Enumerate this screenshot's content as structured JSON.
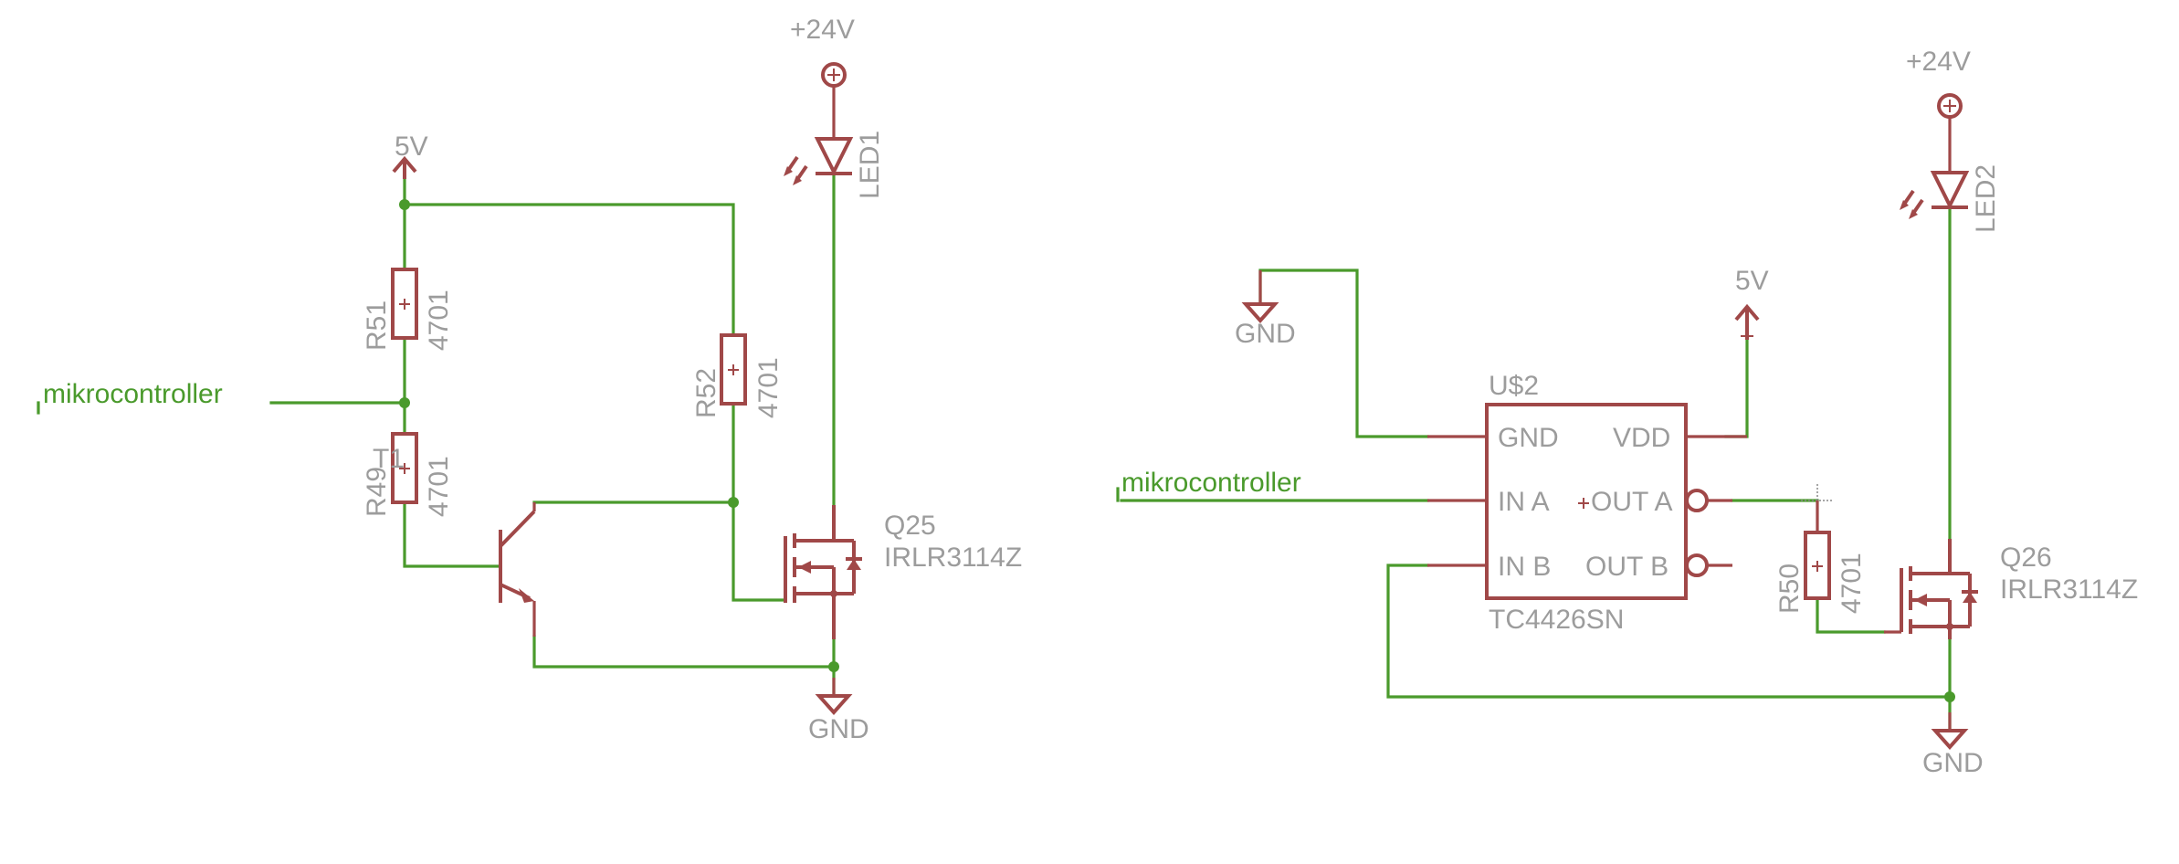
{
  "left_circuit": {
    "supply_top": "+24V",
    "supply_5v": "5V",
    "input_net": "mikrocontroller",
    "ground": "GND",
    "r51": {
      "ref": "R51",
      "value": "4701"
    },
    "r49": {
      "ref": "R49",
      "value": "4701",
      "overlap_ref": "T1"
    },
    "r52": {
      "ref": "R52",
      "value": "4701"
    },
    "led": {
      "ref": "LED1"
    },
    "mosfet": {
      "ref": "Q25",
      "part": "IRLR3114Z"
    }
  },
  "right_circuit": {
    "supply_top": "+24V",
    "supply_5v": "5V",
    "input_net": "mikrocontroller",
    "ground_left": "GND",
    "ground": "GND",
    "driver": {
      "ref": "U$2",
      "part": "TC4426SN",
      "pins": {
        "gnd": "GND",
        "vdd": "VDD",
        "in_a": "IN A",
        "out_a": "OUT A",
        "in_b": "IN B",
        "out_b": "OUT B"
      }
    },
    "r50": {
      "ref": "R50",
      "value": "4701"
    },
    "led": {
      "ref": "LED2"
    },
    "mosfet": {
      "ref": "Q26",
      "part": "IRLR3114Z"
    }
  },
  "colors": {
    "wire": "#4a9a2c",
    "component": "#a04848",
    "label": "#9c9c9c",
    "background": "#ffffff"
  }
}
